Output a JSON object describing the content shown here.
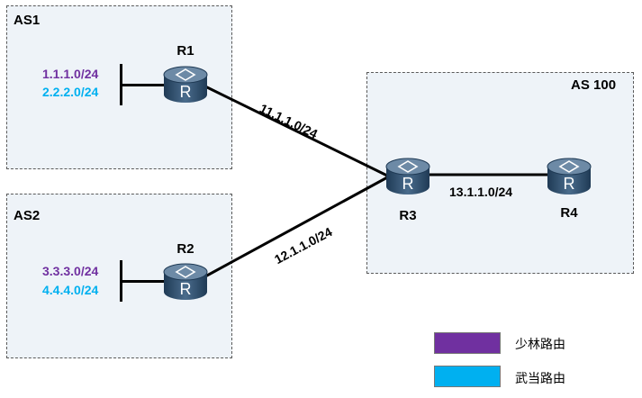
{
  "autonomous_systems": {
    "as1": {
      "label": "AS1"
    },
    "as2": {
      "label": "AS2"
    },
    "as100": {
      "label": "AS 100"
    }
  },
  "routers": {
    "r1": {
      "label": "R1",
      "icon": "router-icon"
    },
    "r2": {
      "label": "R2",
      "icon": "router-icon"
    },
    "r3": {
      "label": "R3",
      "icon": "router-icon"
    },
    "r4": {
      "label": "R4",
      "icon": "router-icon"
    }
  },
  "networks": {
    "r1": [
      "1.1.1.0/24",
      "2.2.2.0/24"
    ],
    "r2": [
      "3.3.3.0/24",
      "4.4.4.0/24"
    ]
  },
  "links": {
    "r1_r3": "11.1.1.0/24",
    "r2_r3": "12.1.1.0/24",
    "r3_r4": "13.1.1.0/24"
  },
  "legend": [
    {
      "label": "少林路由",
      "color": "#7030a0"
    },
    {
      "label": "武当路由",
      "color": "#00b0f0"
    }
  ],
  "colors": {
    "shaolin": "#7030a0",
    "wudang": "#00b0f0",
    "router_body": "#2f4f6f"
  }
}
